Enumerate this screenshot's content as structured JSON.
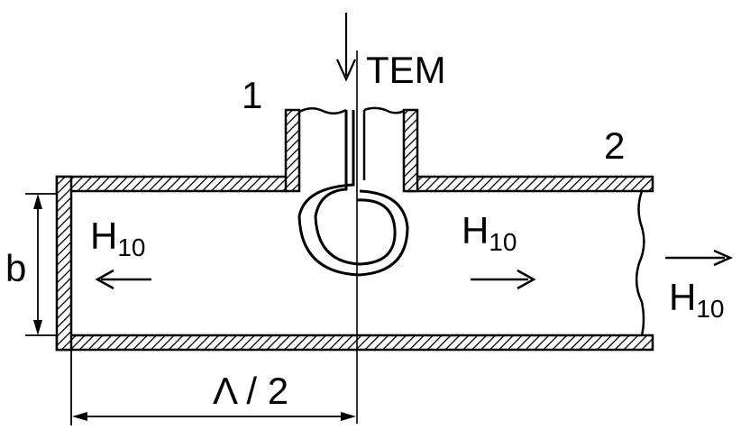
{
  "labels": {
    "incident_wave": "TEM",
    "port_1": "1",
    "port_2": "2",
    "height": "b",
    "distance": "Λ / 2",
    "mode_left": {
      "main": "H",
      "sub": "10"
    },
    "mode_right": {
      "main": "H",
      "sub": "10"
    },
    "mode_out": {
      "main": "H",
      "sub": "10"
    }
  },
  "colors": {
    "ink": "#000000",
    "background": "#ffffff"
  }
}
